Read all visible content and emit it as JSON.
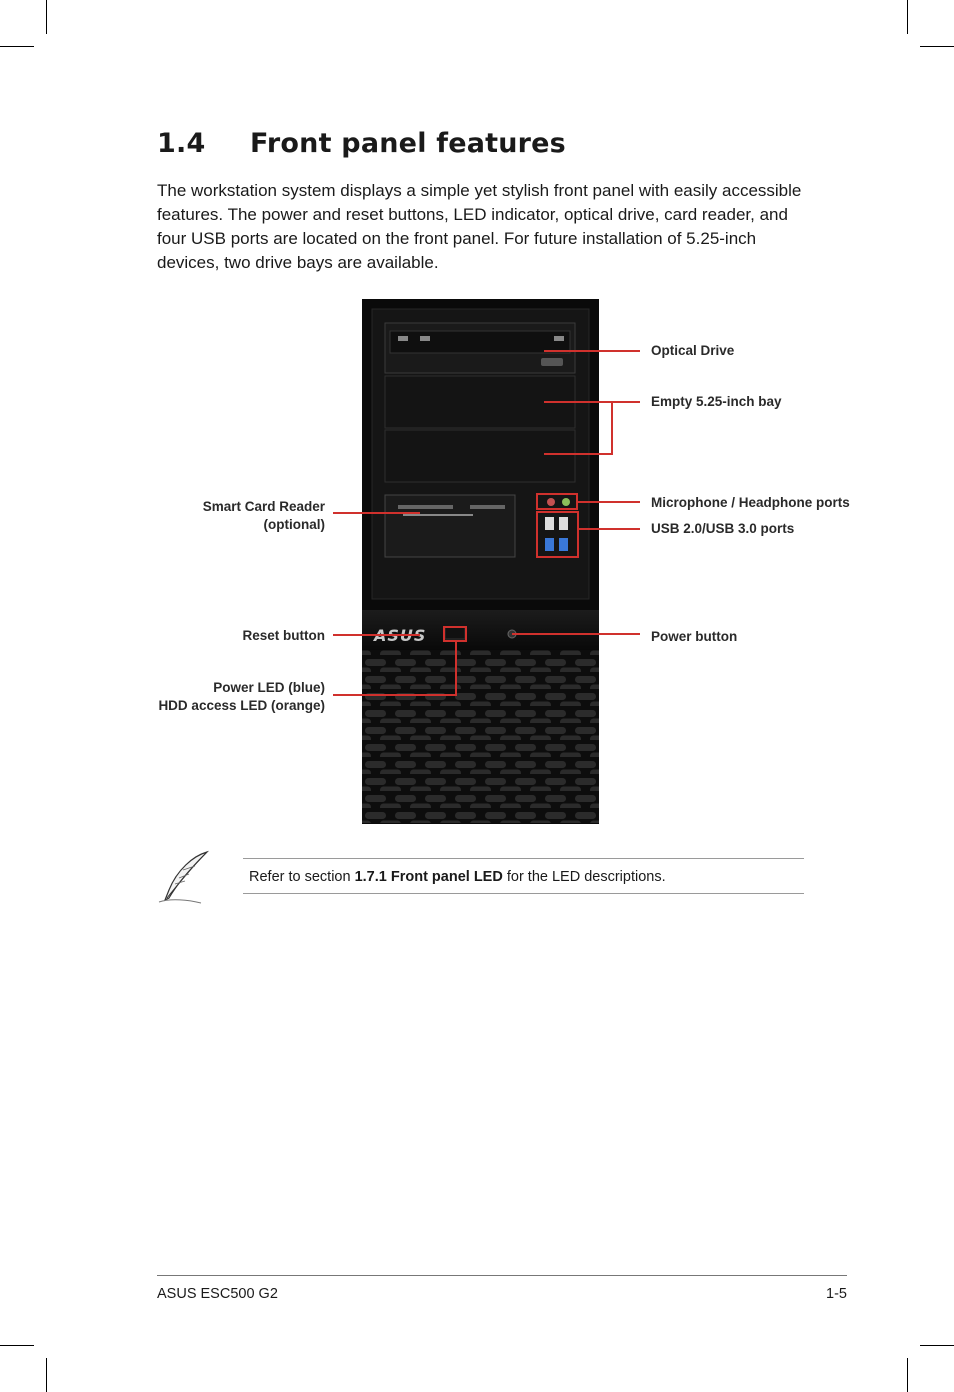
{
  "heading": {
    "number": "1.4",
    "title": "Front panel features"
  },
  "intro": "The workstation system displays a simple yet stylish front panel with easily accessible features. The power and reset buttons, LED indicator, optical drive, card reader, and four USB ports are located on the front panel. For future installation of 5.25-inch devices, two drive bays are available.",
  "figure": {
    "brand_logo": "ASUS",
    "callouts": {
      "optical_drive": "Optical Drive",
      "empty_bay": "Empty 5.25-inch bay",
      "audio_ports": "Microphone / Headphone ports",
      "usb_ports": "USB 2.0/USB 3.0 ports",
      "power_button": "Power button",
      "smart_card_line1": "Smart Card Reader",
      "smart_card_line2": "(optional)",
      "reset_button": "Reset button",
      "led_line1": "Power LED (blue)",
      "led_line2": "HDD access LED (orange)"
    },
    "leader_color": "#d0312d"
  },
  "note": {
    "icon": "feather-pen-icon",
    "prefix": "Refer to section ",
    "ref": "1.7.1 Front panel LED",
    "suffix": " for the LED descriptions."
  },
  "footer": {
    "product": "ASUS ESC500 G2",
    "page": "1-5"
  }
}
